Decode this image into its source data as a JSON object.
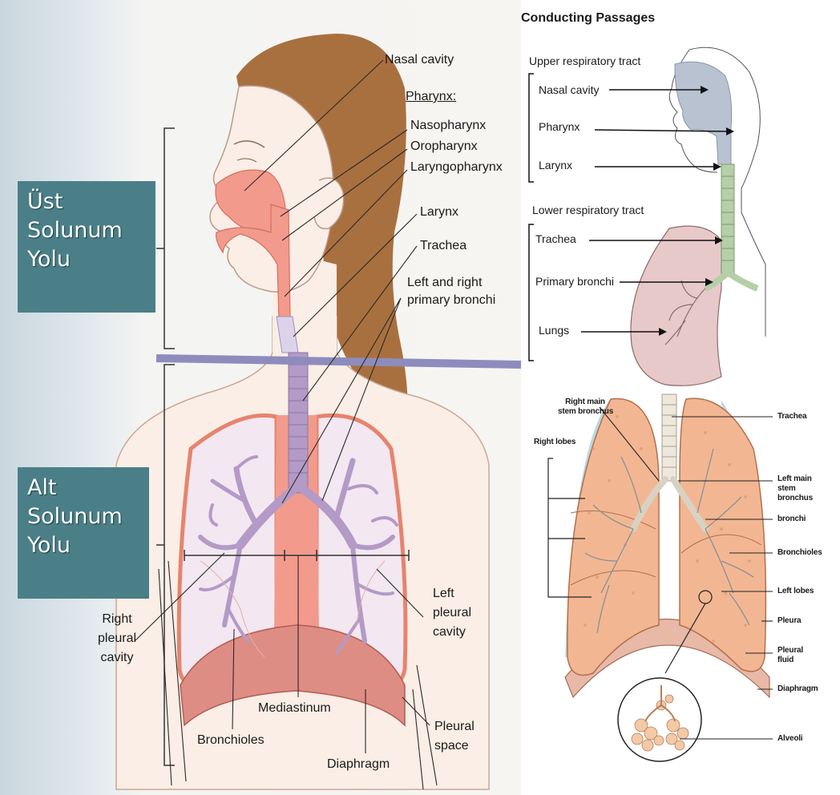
{
  "tags": {
    "upper": [
      "Üst",
      "Solunum",
      "Yolu"
    ],
    "lower": [
      "Alt",
      "Solunum",
      "Yolu"
    ]
  },
  "main_labels": {
    "nasal_cavity": "Nasal cavity",
    "pharynx": "Pharynx:",
    "nasopharynx": "Nasopharynx",
    "oropharynx": "Oropharynx",
    "laryngopharynx": "Laryngopharynx",
    "larynx": "Larynx",
    "trachea": "Trachea",
    "primary_bronchi_1": "Left and right",
    "primary_bronchi_2": "primary bronchi",
    "right_pleural_1": "Right",
    "right_pleural_2": "pleural",
    "right_pleural_3": "cavity",
    "left_pleural_1": "Left",
    "left_pleural_2": "pleural",
    "left_pleural_3": "cavity",
    "mediastinum": "Mediastinum",
    "bronchioles": "Bronchioles",
    "diaphragm": "Diaphragm",
    "pleural_space_1": "Pleural",
    "pleural_space_2": "space"
  },
  "conducting": {
    "title": "Conducting Passages",
    "upper_tract": "Upper respiratory tract",
    "nasal_cavity": "Nasal cavity",
    "pharynx": "Pharynx",
    "larynx": "Larynx",
    "lower_tract": "Lower respiratory tract",
    "trachea": "Trachea",
    "primary_bronchi": "Primary bronchi",
    "lungs": "Lungs"
  },
  "lungs_detail": {
    "right_main_stem_1": "Right main",
    "right_main_stem_2": "stem bronchus",
    "right_lobes": "Right lobes",
    "trachea": "Trachea",
    "left_main_stem_1": "Left main",
    "left_main_stem_2": "stem",
    "left_main_stem_3": "bronchus",
    "bronchi": "bronchi",
    "bronchioles": "Bronchioles",
    "left_lobes": "Left lobes",
    "pleura": "Pleura",
    "pleural_fluid_1": "Pleural",
    "pleural_fluid_2": "fluid",
    "diaphragm": "Diaphragm",
    "alveoli": "Alveoli"
  },
  "colors": {
    "tag_bg": "#4a7f88",
    "divider": "#8e8cbd",
    "hair": "#a9703f",
    "skin": "#fbeee6",
    "airway": "#f29b8c",
    "bronchi": "#b49ac6",
    "lung": "#f3e7f1"
  }
}
